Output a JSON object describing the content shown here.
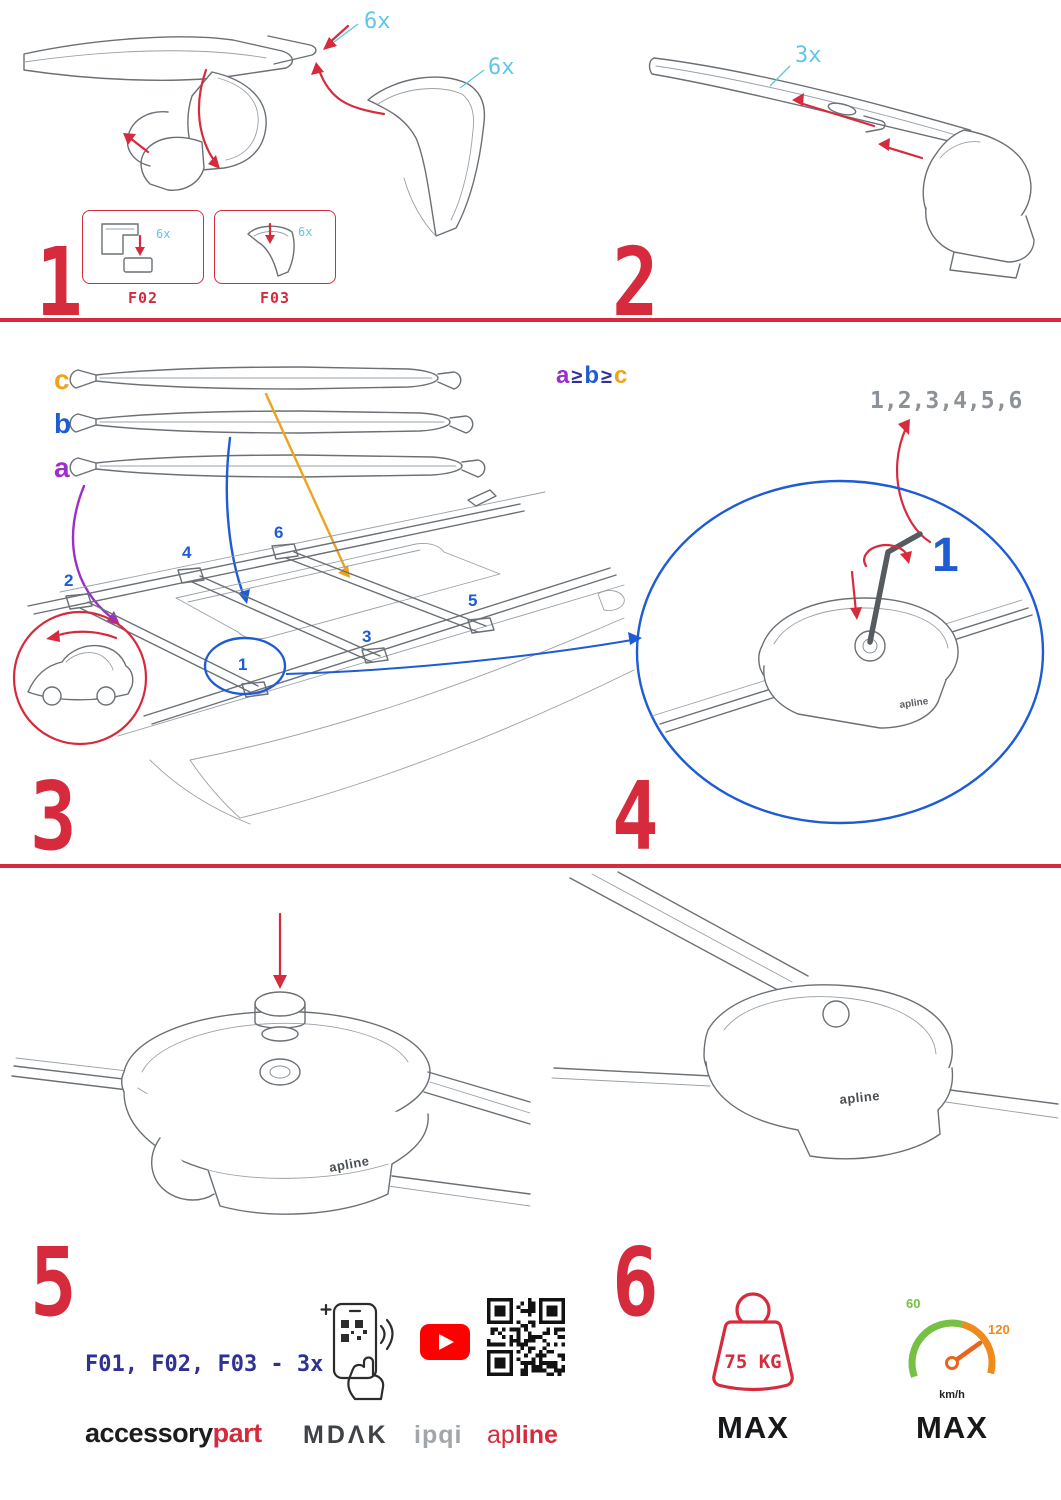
{
  "colors": {
    "red": "#d62b3d",
    "cyan": "#5ec7e8",
    "blue": "#1d5cd3",
    "purple": "#9b2fc9",
    "orange": "#eea31c",
    "navy": "#2f3193",
    "gray": "#8d9298",
    "sketch": "#6a7076",
    "green": "#76c043",
    "speedOrange": "#ef8b1d",
    "needle": "#e8641c",
    "youtube": "#ff0000",
    "brandDark": "#3f4347",
    "brandGray": "#a2a6aa"
  },
  "step1": {
    "number": "1",
    "qty_endcap": "6x",
    "qty_cover": "6x",
    "box_f02": {
      "label": "F02",
      "qty": "6x"
    },
    "box_f03": {
      "label": "F03",
      "qty": "6x"
    }
  },
  "step2": {
    "number": "2",
    "qty": "3x"
  },
  "step3": {
    "number": "3",
    "bar_c": "c",
    "bar_b": "b",
    "bar_a": "a",
    "rule": {
      "a": "a",
      "gte1": "≥",
      "b": "b",
      "gte2": "≥",
      "c": "c"
    },
    "pos": {
      "p1": "1",
      "p2": "2",
      "p3": "3",
      "p4": "4",
      "p5": "5",
      "p6": "6"
    }
  },
  "step4": {
    "number": "4",
    "sequence": "1,2,3,4,5,6",
    "start": "1",
    "logo": "apline"
  },
  "step5": {
    "number": "5",
    "logo": "apline"
  },
  "step6": {
    "number": "6",
    "logo": "apline"
  },
  "footer": {
    "parts_note": "F01, F02, F03 - 3x",
    "brands": {
      "accessory": "accessory",
      "part": "part",
      "mdak": "MDΛK",
      "ipqi": "ipqi",
      "apline_ap": "ap",
      "apline_line": "line"
    },
    "weight": {
      "value": "75 KG",
      "max": "MAX"
    },
    "speed": {
      "low": "60",
      "high": "120",
      "unit": "km/h",
      "max": "MAX"
    }
  }
}
